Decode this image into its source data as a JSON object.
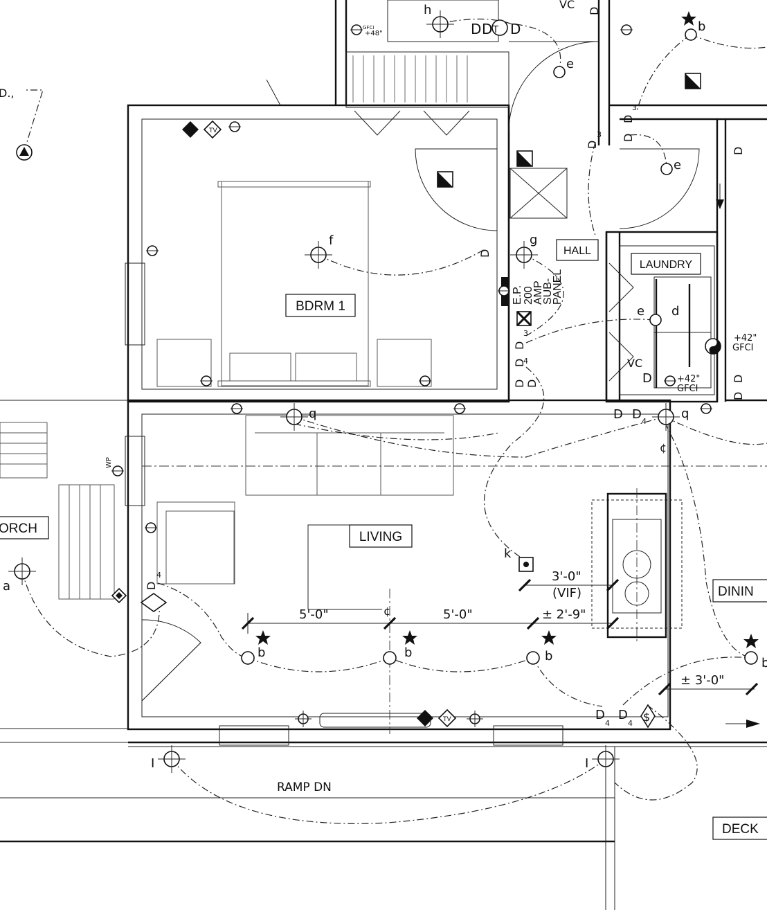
{
  "rooms": {
    "bedroom": "BDRM 1",
    "living": "LIVING",
    "hall": "HALL",
    "laundry": "LAUNDRY",
    "porch": "ORCH",
    "dining": "DININ",
    "deck": "DECK"
  },
  "panel": {
    "ep": "E.P.",
    "amp": "200",
    "amp_unit": "AMP",
    "sub": "SUB-",
    "panel": "PANEL"
  },
  "gfci": {
    "top_label": "GFCI",
    "top_height": "+48\"",
    "laundry_height": "+42\"",
    "laundry_label": "GFCI",
    "right_height": "+42\"",
    "right_label": "GFCI"
  },
  "dimensions": {
    "d1": "5'-0\"",
    "d2": "5'-0\"",
    "d3": "± 2'-9\"",
    "d4": "3'-0\"",
    "d4_sub": "(VIF)",
    "d5": "± 3'-0\""
  },
  "notes": {
    "ramp": "RAMP DN",
    "porch_partial": "D.,",
    "wp": "WP",
    "tv": "TV",
    "centerline": "¢"
  },
  "fixture_tags": {
    "a": "a",
    "b": "b",
    "d": "d",
    "e": "e",
    "f": "f",
    "g": "g",
    "h": "h",
    "k": "k",
    "q": "q",
    "one": "I",
    "vc": "VC",
    "d_switch": "D",
    "sub3": "3",
    "sub4": "4",
    "t": "T",
    "s": "$"
  }
}
